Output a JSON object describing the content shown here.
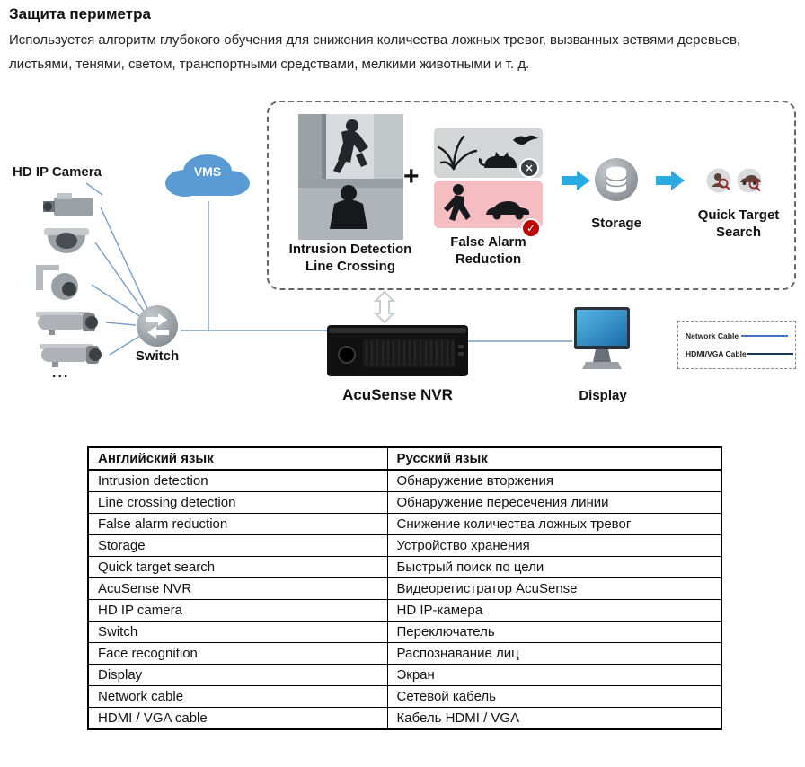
{
  "header": {
    "title": "Защита периметра",
    "description": "Используется алгоритм глубокого обучения для снижения количества ложных тревог, вызванных ветвями деревьев, листьями, тенями, светом, транспортными средствами, мелкими животными и т. д."
  },
  "diagram": {
    "hd_ip_camera_label": "HD IP Camera",
    "cameras_more": "...",
    "vms_label": "VMS",
    "switch_label": "Switch",
    "intrusion_line1": "Intrusion Detection",
    "intrusion_line2": "Line Crossing",
    "plus_sign": "+",
    "false_alarm_line1": "False Alarm",
    "false_alarm_line2": "Reduction",
    "reject_badge": "×",
    "accept_badge": "✓",
    "storage_label": "Storage",
    "quick_target_line1": "Quick Target",
    "quick_target_line2": "Search",
    "nvr_label": "AcuSense NVR",
    "display_label": "Display",
    "legend": {
      "network_cable": "Network Cable",
      "hdmi_vga_cable": "HDMI/VGA Cable"
    },
    "colors": {
      "arrow_blue": "#29abe2",
      "connection_line": "#7a9cc6",
      "cloud_blue": "#5b9bd5",
      "false_alarm_bg": "#f5bcc1",
      "accept_red": "#c00000",
      "network_cable_line": "#4472c4",
      "hdmi_vga_line": "#17375e"
    }
  },
  "table": {
    "headers": {
      "en": "Английский язык",
      "ru": "Русский язык"
    },
    "rows": [
      {
        "en": "Intrusion detection",
        "ru": "Обнаружение вторжения"
      },
      {
        "en": "Line crossing detection",
        "ru": "Обнаружение пересечения линии"
      },
      {
        "en": "False alarm reduction",
        "ru": "Снижение количества ложных тревог"
      },
      {
        "en": "Storage",
        "ru": "Устройство хранения"
      },
      {
        "en": "Quick target search",
        "ru": "Быстрый поиск по цели"
      },
      {
        "en": "AcuSense NVR",
        "ru": "Видеорегистратор AcuSense"
      },
      {
        "en": "HD IP camera",
        "ru": "HD IP-камера"
      },
      {
        "en": "Switch",
        "ru": "Переключатель"
      },
      {
        "en": "Face recognition",
        "ru": "Распознавание лиц"
      },
      {
        "en": "Display",
        "ru": "Экран"
      },
      {
        "en": "Network cable",
        "ru": "Сетевой кабель"
      },
      {
        "en": "HDMI / VGA cable",
        "ru": "Кабель HDMI / VGA"
      }
    ]
  }
}
